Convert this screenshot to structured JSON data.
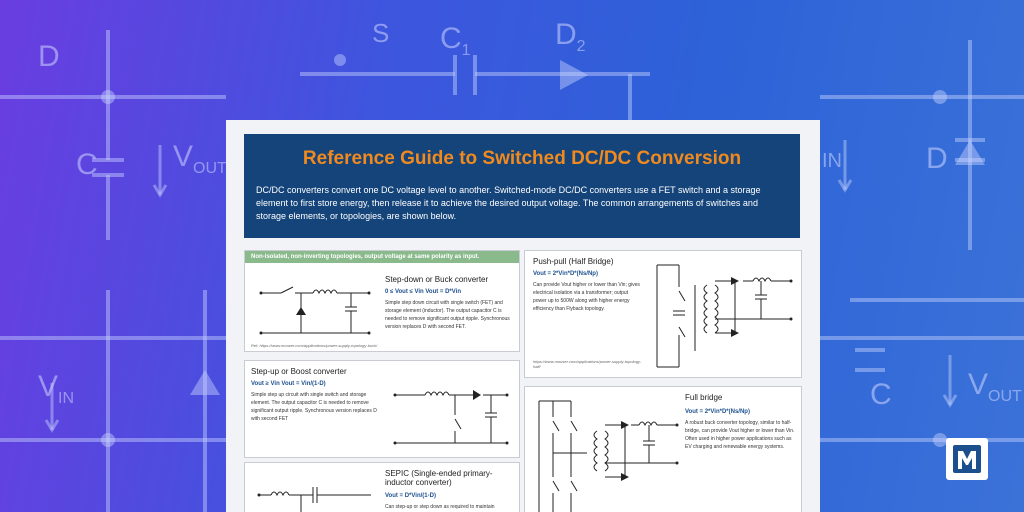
{
  "background": {
    "labels": {
      "d_left": "D",
      "s": "S",
      "c1": "C",
      "c1_sub": "1",
      "d2": "D",
      "d2_sub": "2",
      "c_left": "C",
      "vout_left": "V",
      "vout_left_sub": "OUT",
      "vin_left": "V",
      "vin_left_sub": "IN",
      "vin_right": "IN",
      "d_right": "D",
      "c_right": "C",
      "vout_right": "V",
      "vout_right_sub": "OUT"
    }
  },
  "doc": {
    "title": "Reference Guide to Switched DC/DC Conversion",
    "intro": "DC/DC converters convert one DC voltage level to another. Switched-mode DC/DC converters use a FET switch and a storage element to first store energy, then release it to achieve the desired output voltage. The common arrangements of switches and storage elements, or topologies, are shown below.",
    "section_header": "Non-isolated, non-inverting topologies, output voltage at same polarity as input.",
    "buck": {
      "title": "Step-down or Buck converter",
      "formula": "0 ≤ Vout ≤ Vin     Vout = D*Vin",
      "desc": "Simple step down circuit with single switch (FET) and storage element (inductor). The output capacitor C is needed to remove significant output ripple. Synchronous version replaces D with second FET.",
      "ref": "Ref: https://www.mouser.com/applications/power-supply-topology-buck/"
    },
    "boost": {
      "title": "Step-up or Boost converter",
      "formula": "Vout ≥ Vin     Vout = Vin/(1-D)",
      "desc": "Simple step up circuit with single switch and storage element. The output capacitor C is needed to remove significant output ripple. Synchronous version replaces D with second FET"
    },
    "sepic": {
      "title": "SEPIC (Single-ended primary-inductor converter)",
      "formula": "Vout = D*Vin/(1-D)",
      "desc": "Can step-up or step down as required to maintain"
    },
    "pushpull": {
      "title": "Push-pull (Half Bridge)",
      "formula": "Vout = 2*Vin*D*(Ns/Np)",
      "desc": "Can provide Vout higher or lower than Vin; gives electrical isolation via a transformer; output power up to 500W along with higher energy efficiency than Flyback topology.",
      "ref": "https://www.mouser.com/applications/power-supply-topology-half/"
    },
    "fullbridge": {
      "title": "Full bridge",
      "formula": "Vout = 2*Vin*D*(Ns/Np)",
      "desc": "A robust buck converter topology, similar to half-bridge, can provide Vout higher or lower than Vin. Often used in higher power applications such as EV charging and renewable energy systems."
    }
  },
  "logo": {
    "letter": "M",
    "color": "#1b4f8e"
  }
}
